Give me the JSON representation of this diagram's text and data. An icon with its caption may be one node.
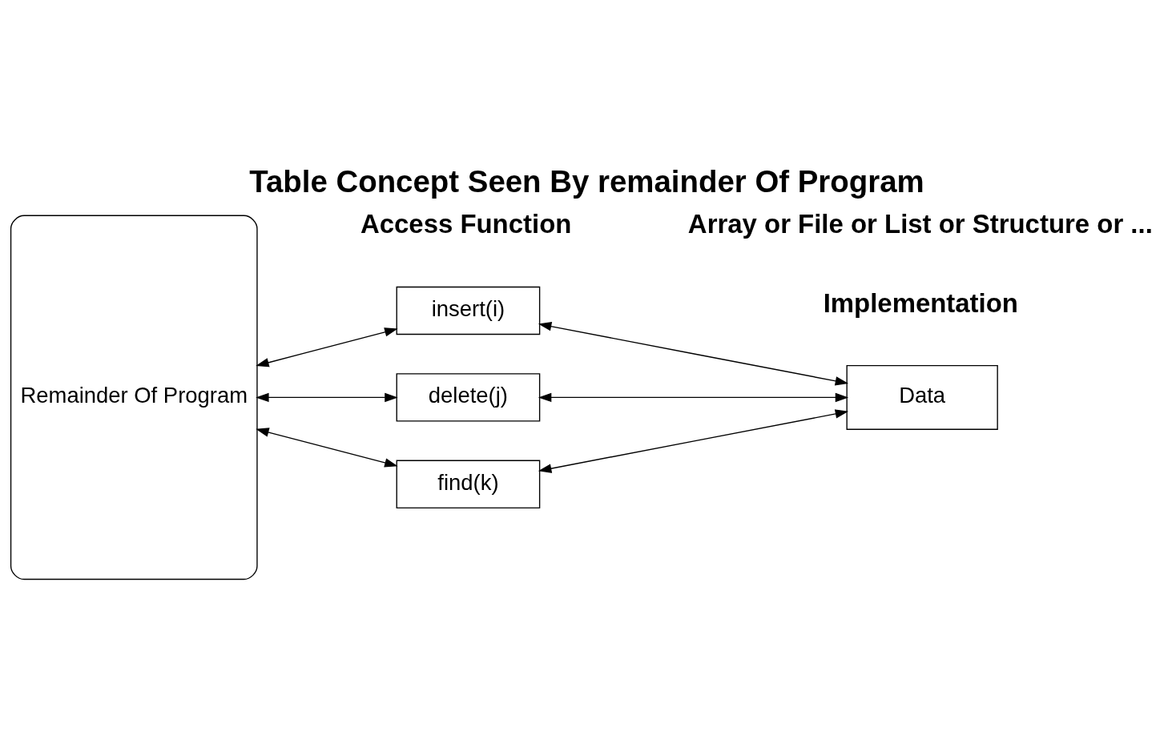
{
  "diagram": {
    "title": "Table Concept Seen By remainder Of Program",
    "nodes": [
      {
        "text": [
          "Remainder Of Program"
        ]
      },
      {
        "text": [
          "insert(i)"
        ]
      },
      {
        "text": [
          "delete(j)"
        ]
      },
      {
        "text": [
          "find(k)"
        ]
      },
      {
        "text": [
          "Data"
        ]
      }
    ],
    "edges": [
      {
        "from": 0,
        "to": 1,
        "arrow": "both"
      },
      {
        "from": 0,
        "to": 2,
        "arrow": "both"
      },
      {
        "from": 0,
        "to": 3,
        "arrow": "both"
      },
      {
        "from": 1,
        "to": 4,
        "arrow": "both"
      },
      {
        "from": 2,
        "to": 4,
        "arrow": "both"
      },
      {
        "from": 3,
        "to": 4,
        "arrow": "both"
      }
    ],
    "labels": [
      "Implementation",
      "Access Function",
      "Array or File or List or Structure or ..."
    ]
  }
}
